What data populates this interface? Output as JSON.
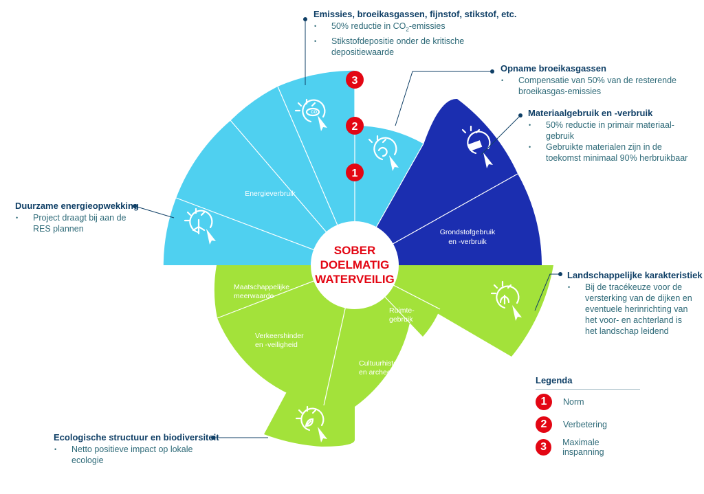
{
  "center": {
    "line1": "SOBER",
    "line2": "DOELMATIG",
    "line3": "WATERVEILIG"
  },
  "levels": {
    "one": "1",
    "two": "2",
    "three": "3"
  },
  "segments": {
    "energieverbruik": "Energieverbruik",
    "grondstof_1": "Grondstofgebruik",
    "grondstof_2": "en -verbruik",
    "maatschappelijk_1": "Maatschappelijke",
    "maatschappelijk_2": "meerwaarde",
    "verkeershinder_1": "Verkeershinder",
    "verkeershinder_2": "en -veiligheid",
    "cultuur_1": "Cultuurhistorie",
    "cultuur_2": "en archeologie",
    "ruimte_1": "Ruimte-",
    "ruimte_2": "gebruik"
  },
  "icons": {
    "co2_text": "CO",
    "co2_sub": "2"
  },
  "annotations": {
    "emissies": {
      "title": "Emissies, broeikasgassen, fijnstof, stikstof, etc.",
      "b1_pre": "50% reductie in CO",
      "b1_sub": "2",
      "b1_post": "-emissies",
      "b2_l1": "Stikstofdepositie onder de kritische",
      "b2_l2": "depositiewaarde"
    },
    "opname": {
      "title": "Opname broeikasgassen",
      "b1_l1": "Compensatie van 50% van de resterende",
      "b1_l2": "broeikasgas-emissies"
    },
    "materiaal": {
      "title": "Materiaalgebruik en -verbruik",
      "b1_l1": "50% reductie in primair materiaal-",
      "b1_l2": "gebruik",
      "b2_l1": "Gebruikte materialen zijn in de",
      "b2_l2": "toekomst minimaal 90% herbruikbaar"
    },
    "energie": {
      "title": "Duurzame energieopwekking",
      "b1_l1": "Project draagt bij aan de",
      "b1_l2": "RES plannen"
    },
    "landschap": {
      "title": "Landschappelijke karakteristiek",
      "b1_l1": "Bij de tracékeuze voor de",
      "b1_l2": "versterking van de dijken en",
      "b1_l3": "eventuele herinrichting van",
      "b1_l4": "het voor- en achterland is",
      "b1_l5": "het landschap leidend"
    },
    "ecologie": {
      "title": "Ecologische structuur en biodiversiteit",
      "b1_l1": "Netto positieve impact op lokale",
      "b1_l2": "ecologie"
    }
  },
  "legend": {
    "title": "Legenda",
    "items": [
      {
        "num": "1",
        "label": "Norm"
      },
      {
        "num": "2",
        "label": "Verbetering"
      },
      {
        "num": "3",
        "label": "Maximale inspanning"
      }
    ]
  },
  "colors": {
    "light_blue": "#4fd0f0",
    "dark_blue": "#1b2eb0",
    "green": "#a3e23a",
    "red": "#e30613",
    "navy": "#0f3f66",
    "text": "#2e6a78"
  }
}
